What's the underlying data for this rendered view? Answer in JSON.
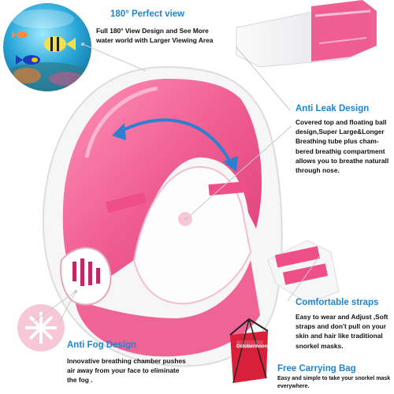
{
  "features": {
    "view": {
      "title": "180° Perfect view",
      "lines": [
        "Full 180°  View Design and See More",
        "water world with Larger Viewing Area"
      ]
    },
    "anti_leak": {
      "title": "Anti Leak Design",
      "lines": [
        "Covered top and floating ball",
        "design,Super Large&Longer",
        "Breathing tube  plus cham-",
        "bered breathig compartment",
        "allows you to breathe naturall",
        "through nose."
      ]
    },
    "straps": {
      "title": "Comfortable straps",
      "lines": [
        "Easy to wear and Adjust ,Soft",
        "straps and don't pull on your",
        "skin and hair like traditional",
        "snorkel masks."
      ]
    },
    "anti_fog": {
      "title": "Anti Fog Design",
      "lines": [
        "Innovative breathing chamber pushes",
        "air away from your face to eliminate",
        "the fog ."
      ]
    },
    "bag": {
      "title": "Free Carrying Bag",
      "lines": [
        "Easy and simple to take your snorkel mask",
        "everywhere."
      ]
    }
  },
  "bag_brand": "Octobermoon",
  "colors": {
    "accent_blue": "#1e86d0",
    "mask_pink": "#ef4f87",
    "mask_white": "#f6f6f6",
    "bag_red": "#d8203a"
  },
  "icons": [
    "underwater-photo",
    "rotation-arrow-icon",
    "breathing-valve-icon",
    "strap-icon",
    "carrying-bag-icon"
  ]
}
